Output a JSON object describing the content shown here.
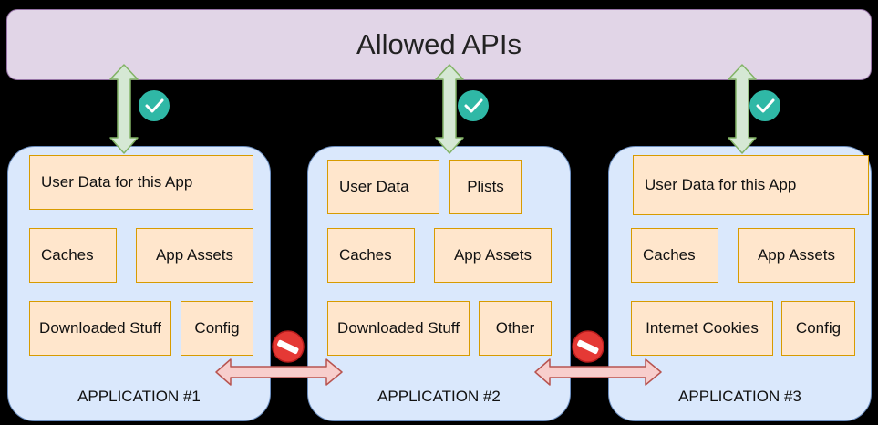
{
  "banner": {
    "title": "Allowed APIs"
  },
  "applications": [
    {
      "label": "APPLICATION #1",
      "items": [
        "User Data for this App",
        "Caches",
        "App Assets",
        "Downloaded Stuff",
        "Config"
      ]
    },
    {
      "label": "APPLICATION #2",
      "items": [
        "User Data",
        "Plists",
        "Caches",
        "App Assets",
        "Downloaded Stuff",
        "Other"
      ]
    },
    {
      "label": "APPLICATION #3",
      "items": [
        "User Data for this App",
        "Caches",
        "App Assets",
        "Internet Cookies",
        "Config"
      ]
    }
  ],
  "colors": {
    "background": "#000000",
    "banner_fill": "#e1d5e7",
    "app_fill": "#dae8fc",
    "item_fill": "#ffe6cc",
    "allowed_arrow": "#d5e8d4",
    "allowed_badge": "#2fb8a6",
    "blocked_arrow": "#f8cecc",
    "blocked_badge": "#e53935"
  },
  "icons": {
    "allowed": "checkmark-circle-icon",
    "blocked": "no-entry-icon"
  }
}
